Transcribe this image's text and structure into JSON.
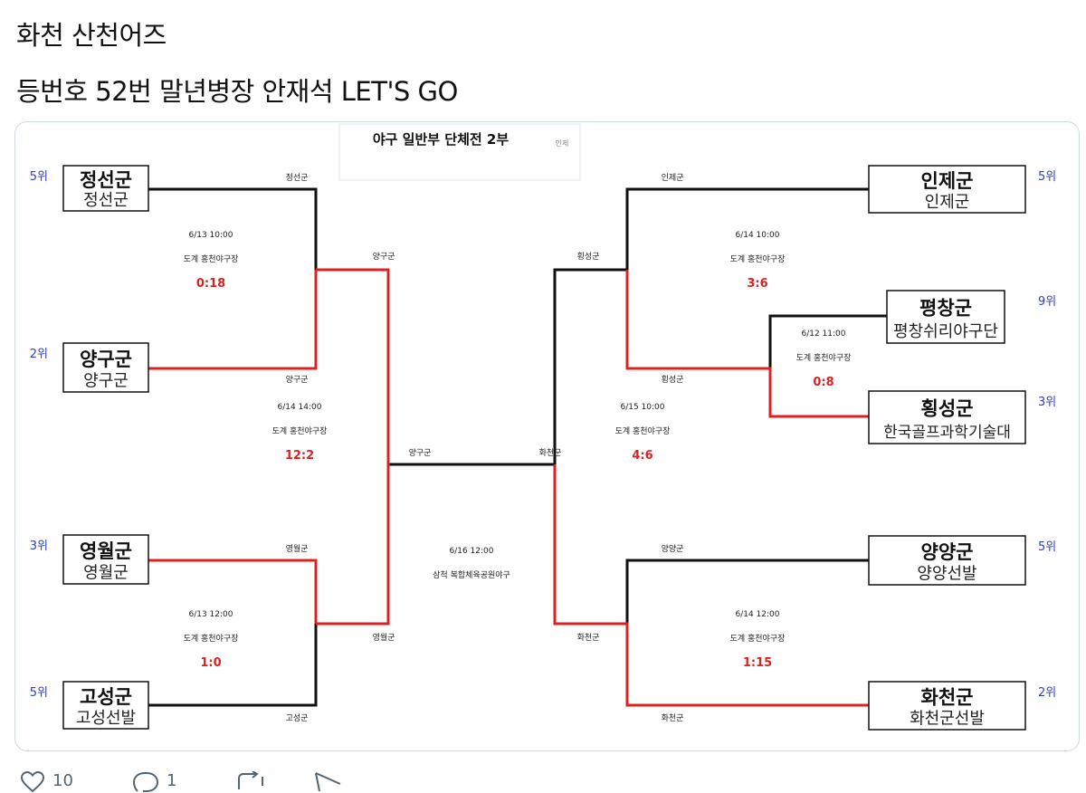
{
  "post": {
    "line1": "화천 산천어즈",
    "line2": "등번호 52번 말년병장 안재석 LET'S GO"
  },
  "bracket": {
    "title": "야구 일반부 단체전 2부",
    "corner_note": "인제",
    "teams": [
      {
        "rank": "5위",
        "name": "정선군",
        "sub": "정선군"
      },
      {
        "rank": "2위",
        "name": "양구군",
        "sub": "양구군"
      },
      {
        "rank": "3위",
        "name": "영월군",
        "sub": "영월군"
      },
      {
        "rank": "5위",
        "name": "고성군",
        "sub": "고성선발"
      },
      {
        "rank": "5위",
        "name": "인제군",
        "sub": "인제군"
      },
      {
        "rank": "9위",
        "name": "평창군",
        "sub": "평창쉬리야구단"
      },
      {
        "rank": "3위",
        "name": "횡성군",
        "sub": "한국골프과학기술대"
      },
      {
        "rank": "5위",
        "name": "양양군",
        "sub": "양양선발"
      },
      {
        "rank": "2위",
        "name": "화천군",
        "sub": "화천군선발"
      }
    ],
    "line_labels": [
      "정선군",
      "양구군",
      "양구군",
      "영월군",
      "영월군",
      "고성군",
      "양구군",
      "화천군",
      "인제군",
      "횡성군",
      "횡성군",
      "양양군",
      "화천군",
      "화천군"
    ],
    "matches": [
      {
        "date": "6/13 10:00",
        "venue": "도계 홍천야구장",
        "score": "0:18"
      },
      {
        "date": "6/14 14:00",
        "venue": "도계 홍천야구장",
        "score": "12:2"
      },
      {
        "date": "6/13 12:00",
        "venue": "도계 홍천야구장",
        "score": "1:0"
      },
      {
        "date": "6/16 12:00",
        "venue": "삼척 복합체육공원야구",
        "score": ""
      },
      {
        "date": "6/14 10:00",
        "venue": "도계 홍천야구장",
        "score": "3:6"
      },
      {
        "date": "6/12 11:00",
        "venue": "도계 홍천야구장",
        "score": "0:8"
      },
      {
        "date": "6/15 10:00",
        "venue": "도계 홍천야구장",
        "score": "4:6"
      },
      {
        "date": "6/14 12:00",
        "venue": "도계 홍천야구장",
        "score": "1:15"
      }
    ],
    "colors": {
      "winner": "#e02020",
      "line": "#111111",
      "rank": "#3040b8",
      "score": "#e02020"
    }
  },
  "actions": [
    {
      "icon": "heart-icon",
      "count": "10"
    },
    {
      "icon": "reply-icon",
      "count": "1"
    },
    {
      "icon": "repost-icon",
      "count": ""
    },
    {
      "icon": "share-icon",
      "count": ""
    }
  ]
}
